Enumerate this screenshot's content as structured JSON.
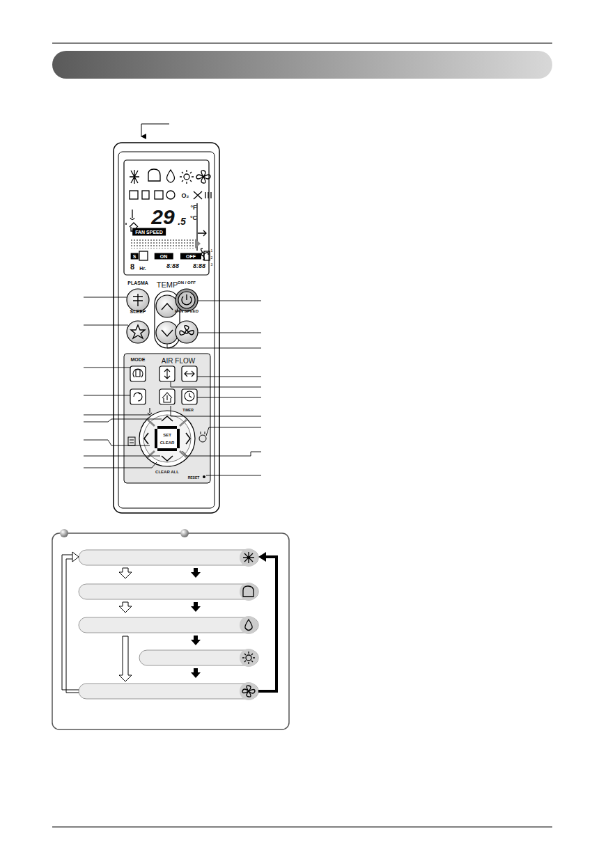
{
  "diagram": {
    "labels": [
      "PLASMA",
      "SLEEP",
      "TEMP",
      "ON / OFF",
      "FAN SPEED",
      "MODE",
      "AIR FLOW",
      "TIMER",
      "SET",
      "CLEAR",
      "CLEAR ALL",
      "RESET",
      "29",
      ".5",
      "°F",
      "°C",
      "FAN SPEED",
      "S",
      "ON",
      "OFF",
      "8",
      "Hr.",
      "8:88",
      "8:88",
      "O₂",
      "1",
      "2",
      "3"
    ]
  }
}
